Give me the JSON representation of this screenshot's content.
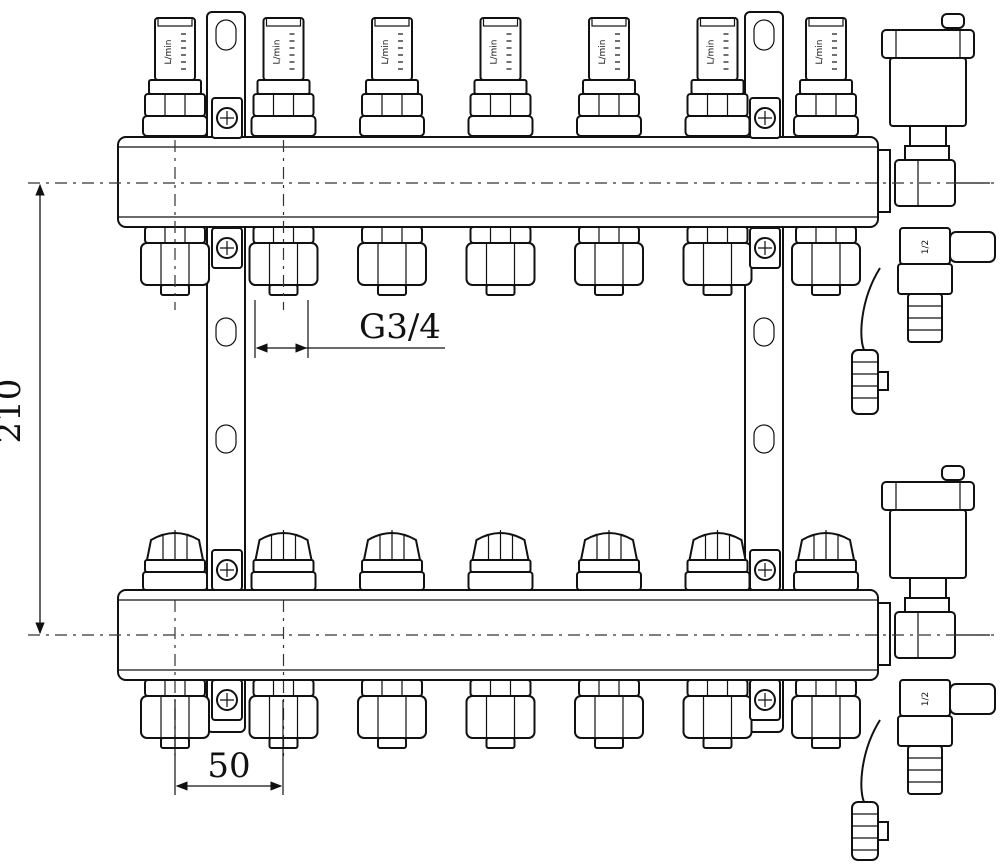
{
  "diagram": {
    "dimensions": {
      "height_label": "210",
      "spacing_label": "50",
      "thread_label": "G3/4"
    },
    "flowmeter_unit": "L/min",
    "drain_valve_size": "1/2",
    "outlet_count": 7
  }
}
